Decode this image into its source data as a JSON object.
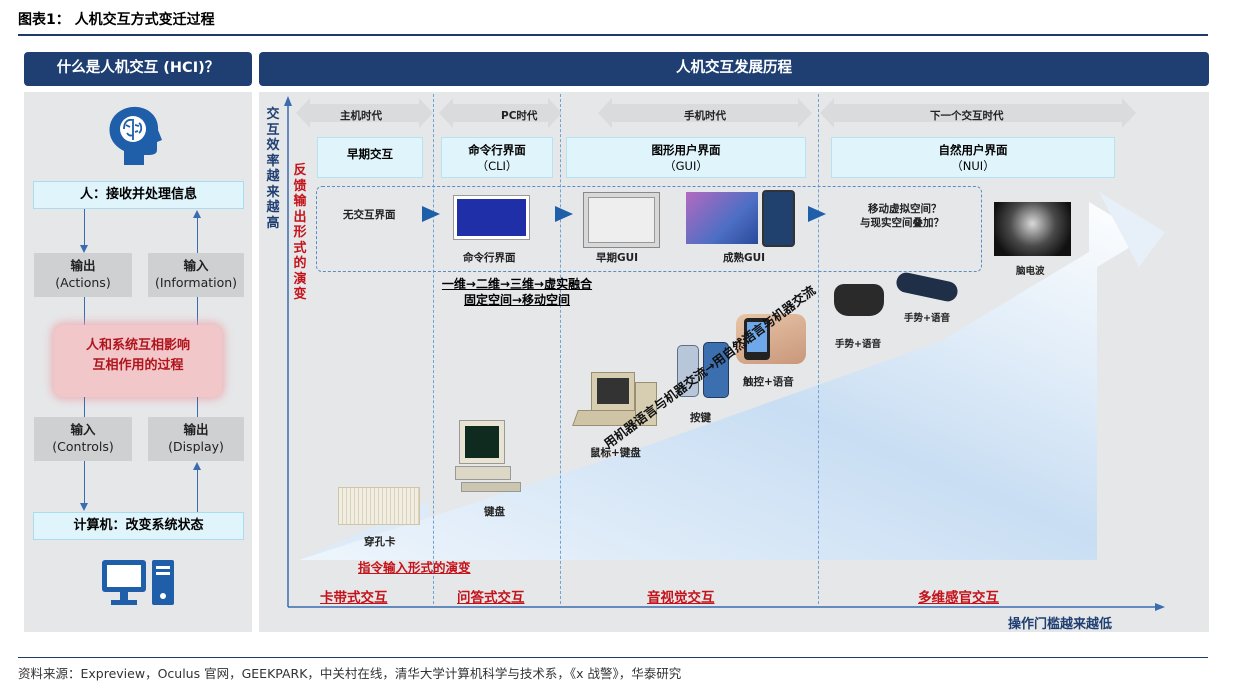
{
  "title": "图表1：  人机交互方式变迁过程",
  "source": "资料来源：Expreview，Oculus 官网，GEEKPARK，中关村在线，清华大学计算机科学与技术系，《x 战警》，华泰研究",
  "left": {
    "header": "什么是人机交互 (HCI)？",
    "human": "人：接收并处理信息",
    "out_top": {
      "line1": "输出",
      "line2": "(Actions)"
    },
    "in_top": {
      "line1": "输入",
      "line2": "(Information)"
    },
    "center": {
      "line1": "人和系统互相影响",
      "line2": "互相作用的过程"
    },
    "in_bottom": {
      "line1": "输入",
      "line2": "(Controls)"
    },
    "out_bottom": {
      "line1": "输出",
      "line2": "(Display)"
    },
    "computer": "计算机：改变系统状态",
    "head_icon": "brain-head-icon",
    "computer_icon": "desktop-computer-icon"
  },
  "right": {
    "header": "人机交互发展历程",
    "y_axis": "交互效率越来越高",
    "feedback": "反馈输出形式的演变",
    "eras": [
      "主机时代",
      "PC时代",
      "手机时代",
      "下一个交互时代"
    ],
    "stages": [
      {
        "line1": "早期交互",
        "line2": ""
      },
      {
        "line1": "命令行界面",
        "line2": "（CLI）"
      },
      {
        "line1": "图形用户界面",
        "line2": "（GUI）"
      },
      {
        "line1": "自然用户界面",
        "line2": "（NUI）"
      }
    ],
    "outputs": {
      "none": "无交互界面",
      "cli": "命令行界面",
      "early_gui": "早期GUI",
      "mature_gui": "成熟GUI",
      "vr": {
        "line1": "移动虚拟空间？",
        "line2": "与现实空间叠加？"
      },
      "bci": "脑电波"
    },
    "dimension": {
      "line1": "一维→二维→三维→虚实融合",
      "line2": "固定空间→移动空间"
    },
    "devices": {
      "punch": "穿孔卡",
      "keyboard": "键盘",
      "mouse": "鼠标+键盘",
      "keys": "按键",
      "touch": "触控+语音",
      "gesture1": "手势+语音",
      "gesture2": "手势+语音"
    },
    "diagonal": "用机器语言与机器交流→用自然语言与机器交流",
    "input_evolution": "指令输入形式的演变",
    "categories": [
      "卡带式交互",
      "问答式交互",
      "音视觉交互",
      "多维感官交互"
    ],
    "x_axis": "操作门槛越来越低"
  },
  "colors": {
    "navy": "#1f3f72",
    "red": "#c4121a",
    "cyan": "#dff4fb",
    "pink": "#f2c7ca"
  }
}
